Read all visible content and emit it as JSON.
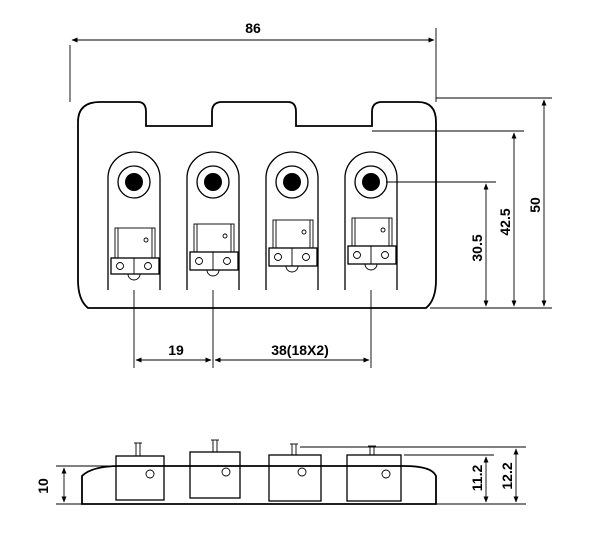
{
  "top_view": {
    "overall_width": "86",
    "height_total": "50",
    "height_mid": "42.5",
    "height_low": "30.5",
    "edge_spacing": "19",
    "string_spacing": "38(18X2)"
  },
  "side_view": {
    "base_height": "10",
    "height_a": "11.2",
    "height_b": "12.2"
  }
}
